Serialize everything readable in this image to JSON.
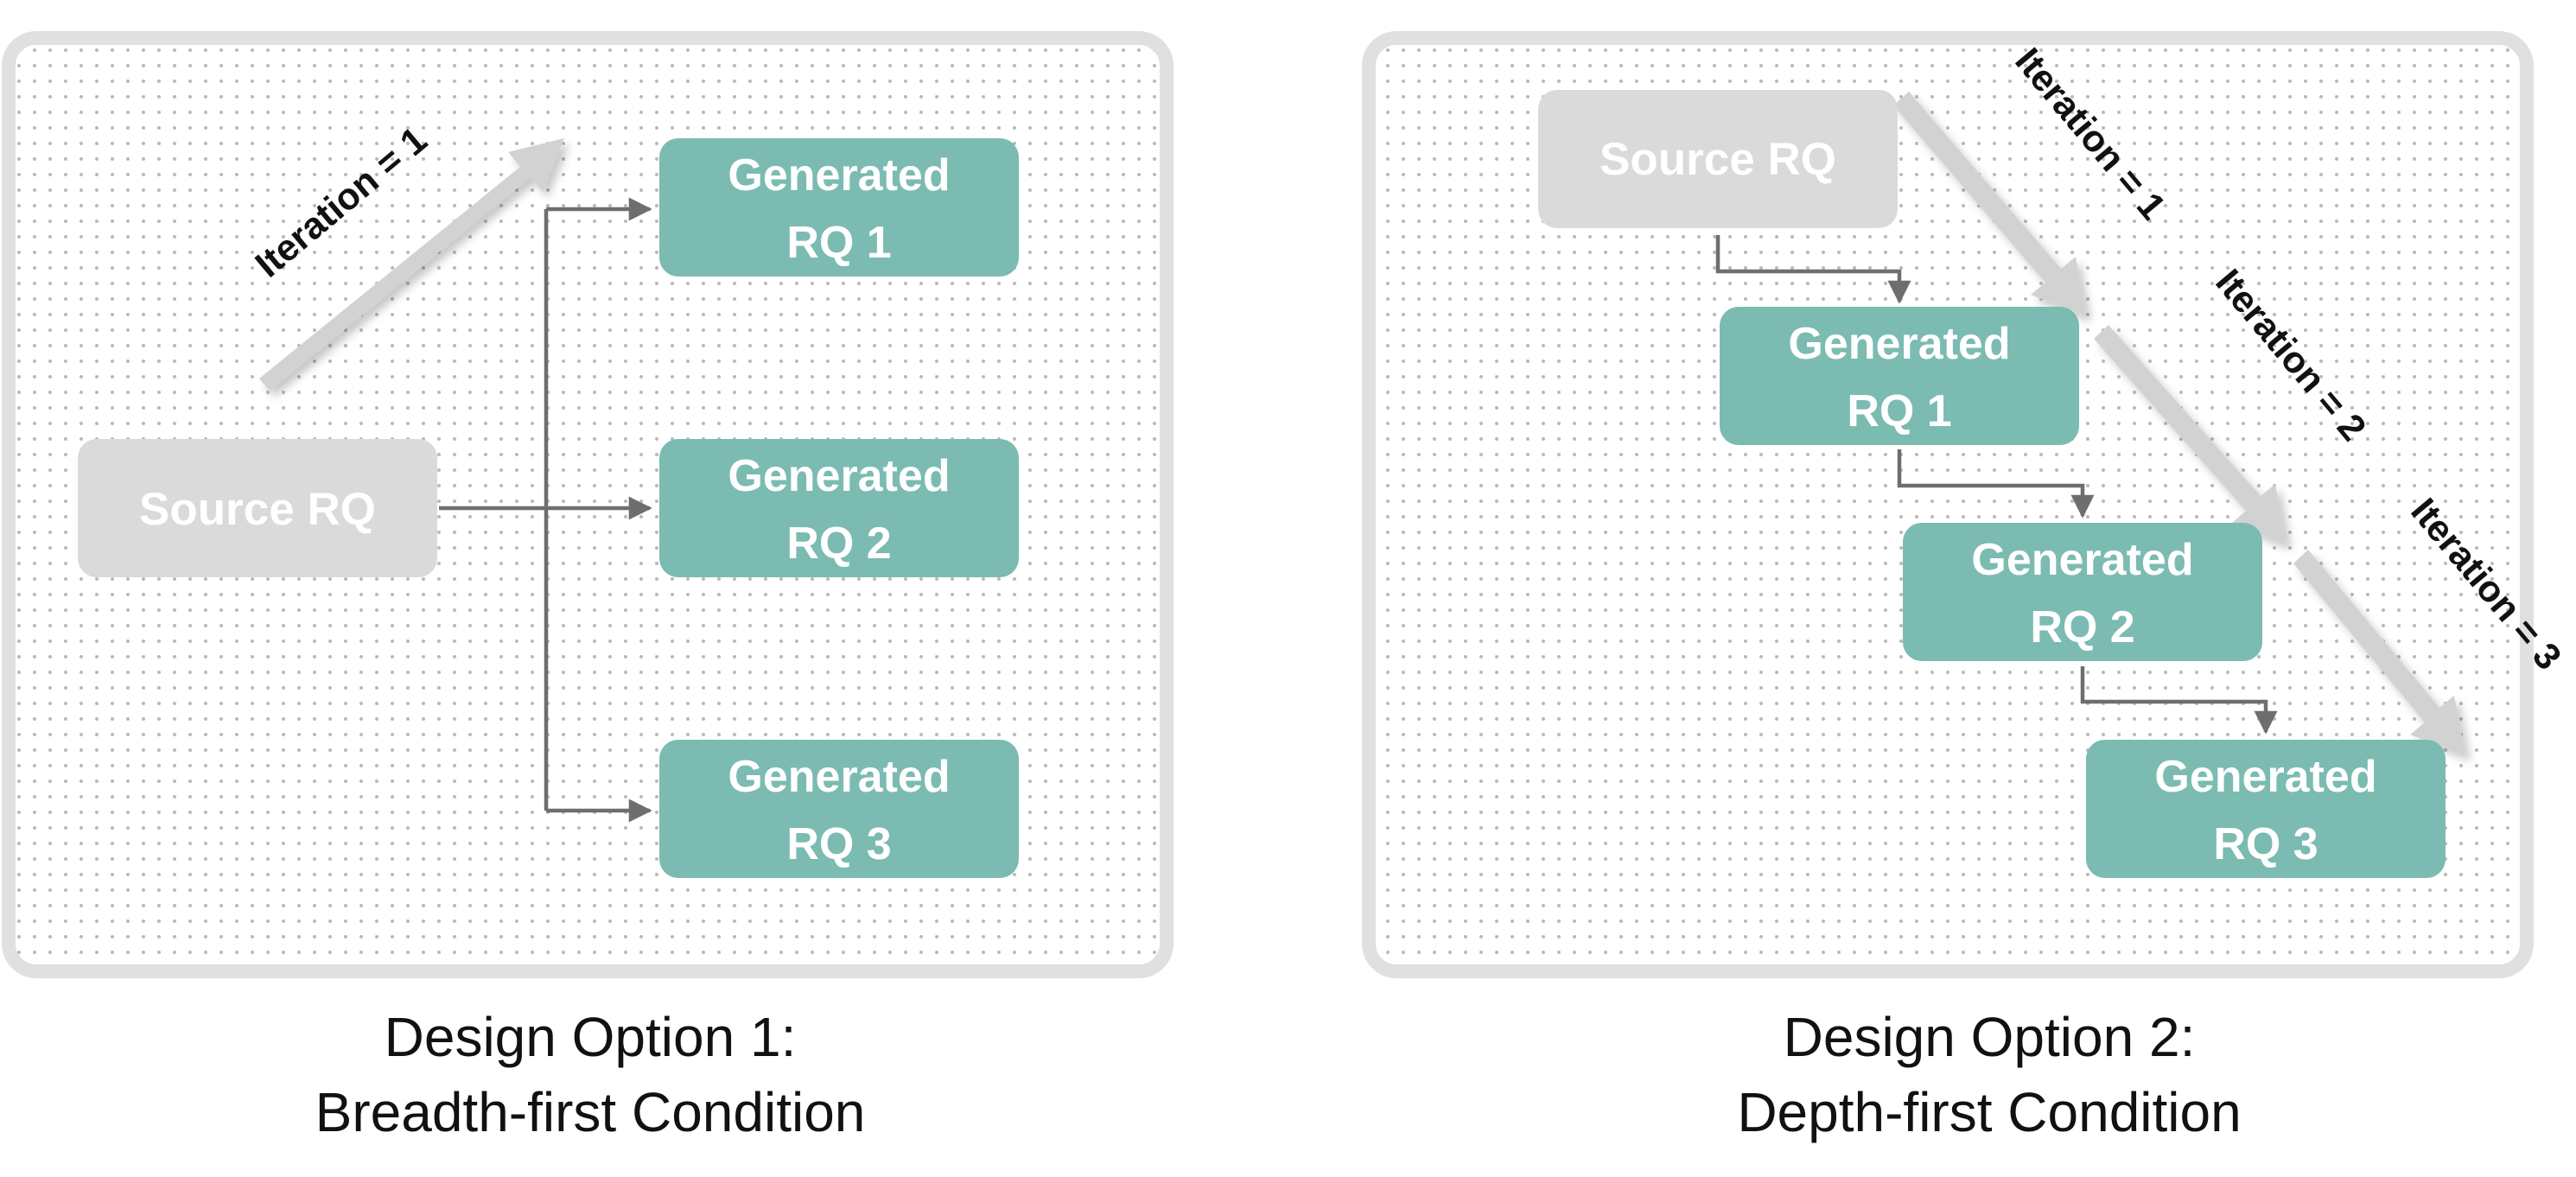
{
  "panel_1": {
    "source": "Source RQ",
    "iteration": "Iteration = 1",
    "nodes": [
      {
        "line1": "Generated",
        "line2": "RQ 1"
      },
      {
        "line1": "Generated",
        "line2": "RQ 2"
      },
      {
        "line1": "Generated",
        "line2": "RQ 3"
      }
    ],
    "caption": {
      "line1": "Design Option 1:",
      "line2": "Breadth-first Condition"
    }
  },
  "panel_2": {
    "source": "Source RQ",
    "iterations": [
      "Iteration = 1",
      "Iteration = 2",
      "Iteration = 3"
    ],
    "nodes": [
      {
        "line1": "Generated",
        "line2": "RQ 1"
      },
      {
        "line1": "Generated",
        "line2": "RQ 2"
      },
      {
        "line1": "Generated",
        "line2": "RQ 3"
      }
    ],
    "caption": {
      "line1": "Design Option 2:",
      "line2": "Depth-first Condition"
    }
  },
  "colors": {
    "node_fill": "#7bbbb2",
    "source_fill": "#dadada",
    "panel_border": "#e0e0e0",
    "dot": "#b9b9b9",
    "iteration_arrow": "#d2d2d2",
    "connector": "#6e6e6e"
  }
}
